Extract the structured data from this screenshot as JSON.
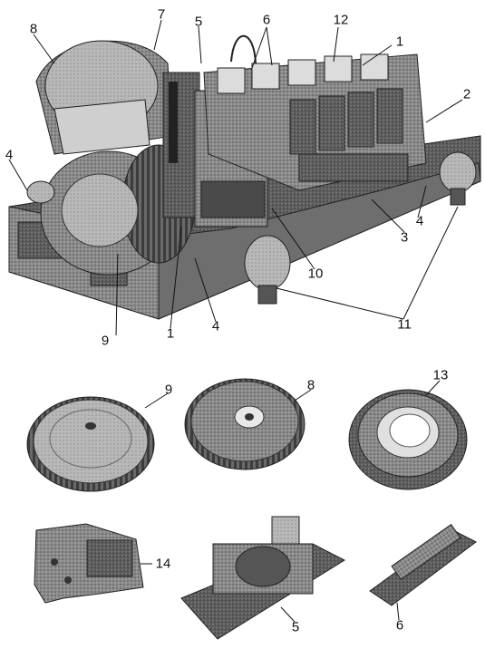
{
  "figure": {
    "callouts": [
      {
        "id": "c1",
        "text": "1"
      },
      {
        "id": "c2",
        "text": "2"
      },
      {
        "id": "c3",
        "text": "3"
      },
      {
        "id": "c4",
        "text": "4"
      },
      {
        "id": "c5",
        "text": "5"
      },
      {
        "id": "c6",
        "text": "6"
      },
      {
        "id": "c7",
        "text": "7"
      },
      {
        "id": "c8",
        "text": "8"
      },
      {
        "id": "c9",
        "text": "9"
      },
      {
        "id": "c10",
        "text": "10"
      },
      {
        "id": "c11",
        "text": "11"
      },
      {
        "id": "c12",
        "text": "12"
      },
      {
        "id": "c13",
        "text": "13"
      },
      {
        "id": "c14",
        "text": "14"
      }
    ]
  }
}
